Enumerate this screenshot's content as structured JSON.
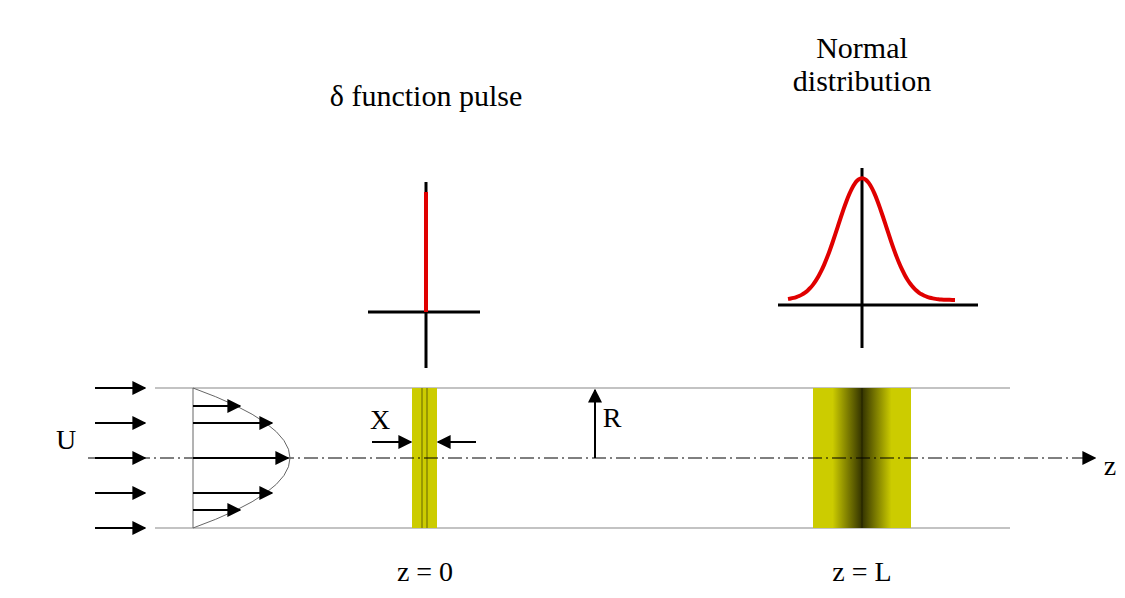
{
  "diagram": {
    "labels": [
      "δ function pulse",
      "Normal distribution",
      "U",
      "X",
      "R",
      "z",
      "z = 0",
      "z = L"
    ]
  }
}
